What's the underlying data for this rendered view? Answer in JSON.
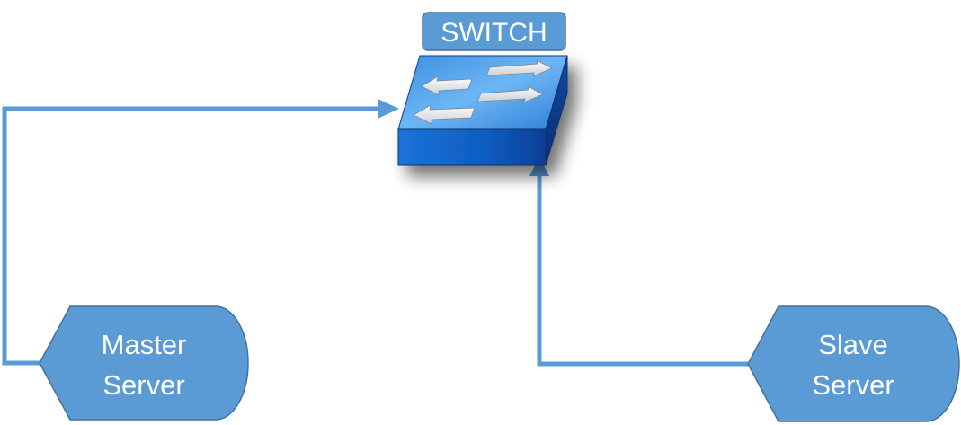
{
  "switch": {
    "label": "SWITCH",
    "icon": "network-switch-icon"
  },
  "master_server": {
    "line1": "Master",
    "line2": "Server"
  },
  "slave_server": {
    "line1": "Slave",
    "line2": "Server"
  },
  "colors": {
    "connector": "#5B9BD5",
    "node_fill": "#5B9BD5",
    "node_stroke": "#41719C",
    "switch_top": "#4A9BE8",
    "switch_front": "#0A63C9",
    "switch_side": "#0B3D8C"
  }
}
